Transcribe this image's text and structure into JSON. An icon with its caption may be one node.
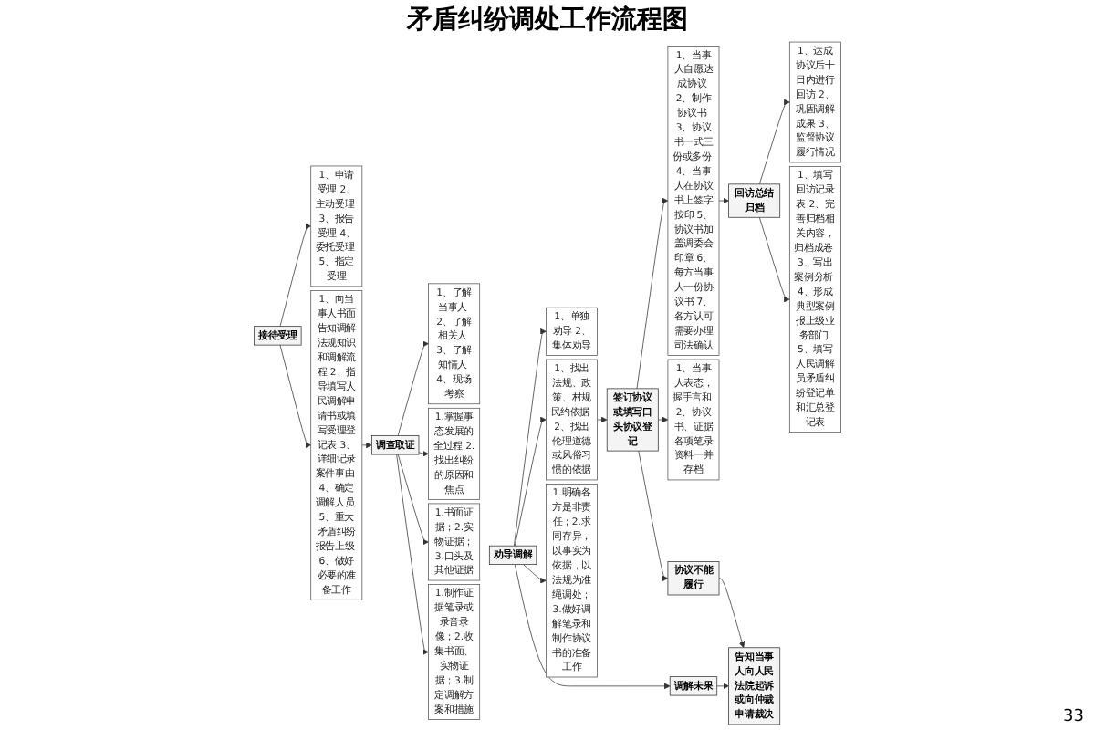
{
  "diagram": {
    "title": "矛盾纠纷调处工作流程图",
    "nodes": [
      {
        "text": [
          "接待受理"
        ]
      },
      {
        "text": [
          "1、申请受理 2、主动受理 3、报告受理 4、委托受理 5、指定受理"
        ]
      },
      {
        "text": [
          "1、向当事人书面告知调解法规知识和调解流程 2、指导填写人民调解申请书或填写受理登记表 3、详细记录案件事由 4、确定调解人员 5、重大矛盾纠纷报告上级 6、做好必要的准备工作"
        ]
      },
      {
        "text": [
          "调查取证"
        ]
      },
      {
        "text": [
          "1、了解当事人 2、了解相关人 3、了解知情人 4、现场考察"
        ]
      },
      {
        "text": [
          "1.掌握事态发展的全过程 2.找出纠纷的原因和焦点"
        ]
      },
      {
        "text": [
          "1.书面证据；2.实物证据；3.口头及其他证据"
        ]
      },
      {
        "text": [
          "1.制作证据笔录或录音录像；2.收集书面、实物证据；3.制定调解方案和措施"
        ]
      },
      {
        "text": [
          "劝导调解"
        ]
      },
      {
        "text": [
          "调解未果"
        ]
      },
      {
        "text": [
          "1、单独劝导 2、集体劝导"
        ]
      },
      {
        "text": [
          "1、找出法规、政策、村规民约依据 2、找出伦理道德或风俗习惯的依据"
        ]
      },
      {
        "text": [
          "1.明确各方是非责任；2.求同存异，以事实为依据，以法规为准绳调处；3.做好调解笔录和制作协议书的准备工作"
        ]
      },
      {
        "text": [
          "签订协议或填写口头协议登记"
        ]
      },
      {
        "text": [
          "协议不能履行"
        ]
      },
      {
        "text": [
          "1、当事人自愿达成协议 2、制作协议书 3、协议书一式三份或多份 4、当事人在协议书上签字按印 5、协议书加盖调委会印章 6、每方当事人一份协议书 7、各方认可需要办理司法确认"
        ]
      },
      {
        "text": [
          "1、当事人表态，握手言和 2、协议书、证据各项笔录资料一并存档"
        ]
      },
      {
        "text": [
          "回访总结归档"
        ]
      },
      {
        "text": [
          "1、达成协议后十日内进行回访 2、巩固调解成果 3、监督协议履行情况"
        ]
      },
      {
        "text": [
          "1、填写回访记录表 2、完善归档相关内容，归档成卷 3、写出案例分析 4、形成典型案例报上级业务部门 5、填写人民调解员矛盾纠纷登记单和汇总登记表"
        ]
      },
      {
        "text": [
          "告知当事人向人民法院起诉或向仲裁申请裁决"
        ]
      }
    ],
    "edges": [
      {
        "from": 0,
        "to": 1,
        "arrow": "to"
      },
      {
        "from": 0,
        "to": 2,
        "arrow": "to"
      },
      {
        "from": 2,
        "to": 3,
        "arrow": "to"
      },
      {
        "from": 3,
        "to": 4,
        "arrow": "to"
      },
      {
        "from": 3,
        "to": 5,
        "arrow": "to"
      },
      {
        "from": 3,
        "to": 6,
        "arrow": "to"
      },
      {
        "from": 3,
        "to": 7,
        "arrow": "to"
      },
      {
        "from": 8,
        "to": 10,
        "arrow": "to"
      },
      {
        "from": 8,
        "to": 11,
        "arrow": "to"
      },
      {
        "from": 8,
        "to": 12,
        "arrow": "to"
      },
      {
        "from": 8,
        "to": 9,
        "arrow": "to"
      },
      {
        "from": 11,
        "to": 13,
        "arrow": "to"
      },
      {
        "from": 13,
        "to": 15,
        "arrow": "to"
      },
      {
        "from": 13,
        "to": 16,
        "arrow": "to"
      },
      {
        "from": 13,
        "to": 14,
        "arrow": "to"
      },
      {
        "from": 15,
        "to": 17,
        "arrow": "to"
      },
      {
        "from": 17,
        "to": 18,
        "arrow": "to"
      },
      {
        "from": 17,
        "to": 19,
        "arrow": "to"
      },
      {
        "from": 9,
        "to": 20,
        "arrow": "to"
      },
      {
        "from": 14,
        "to": 20,
        "arrow": "to"
      }
    ],
    "labels": [
      "33"
    ]
  }
}
